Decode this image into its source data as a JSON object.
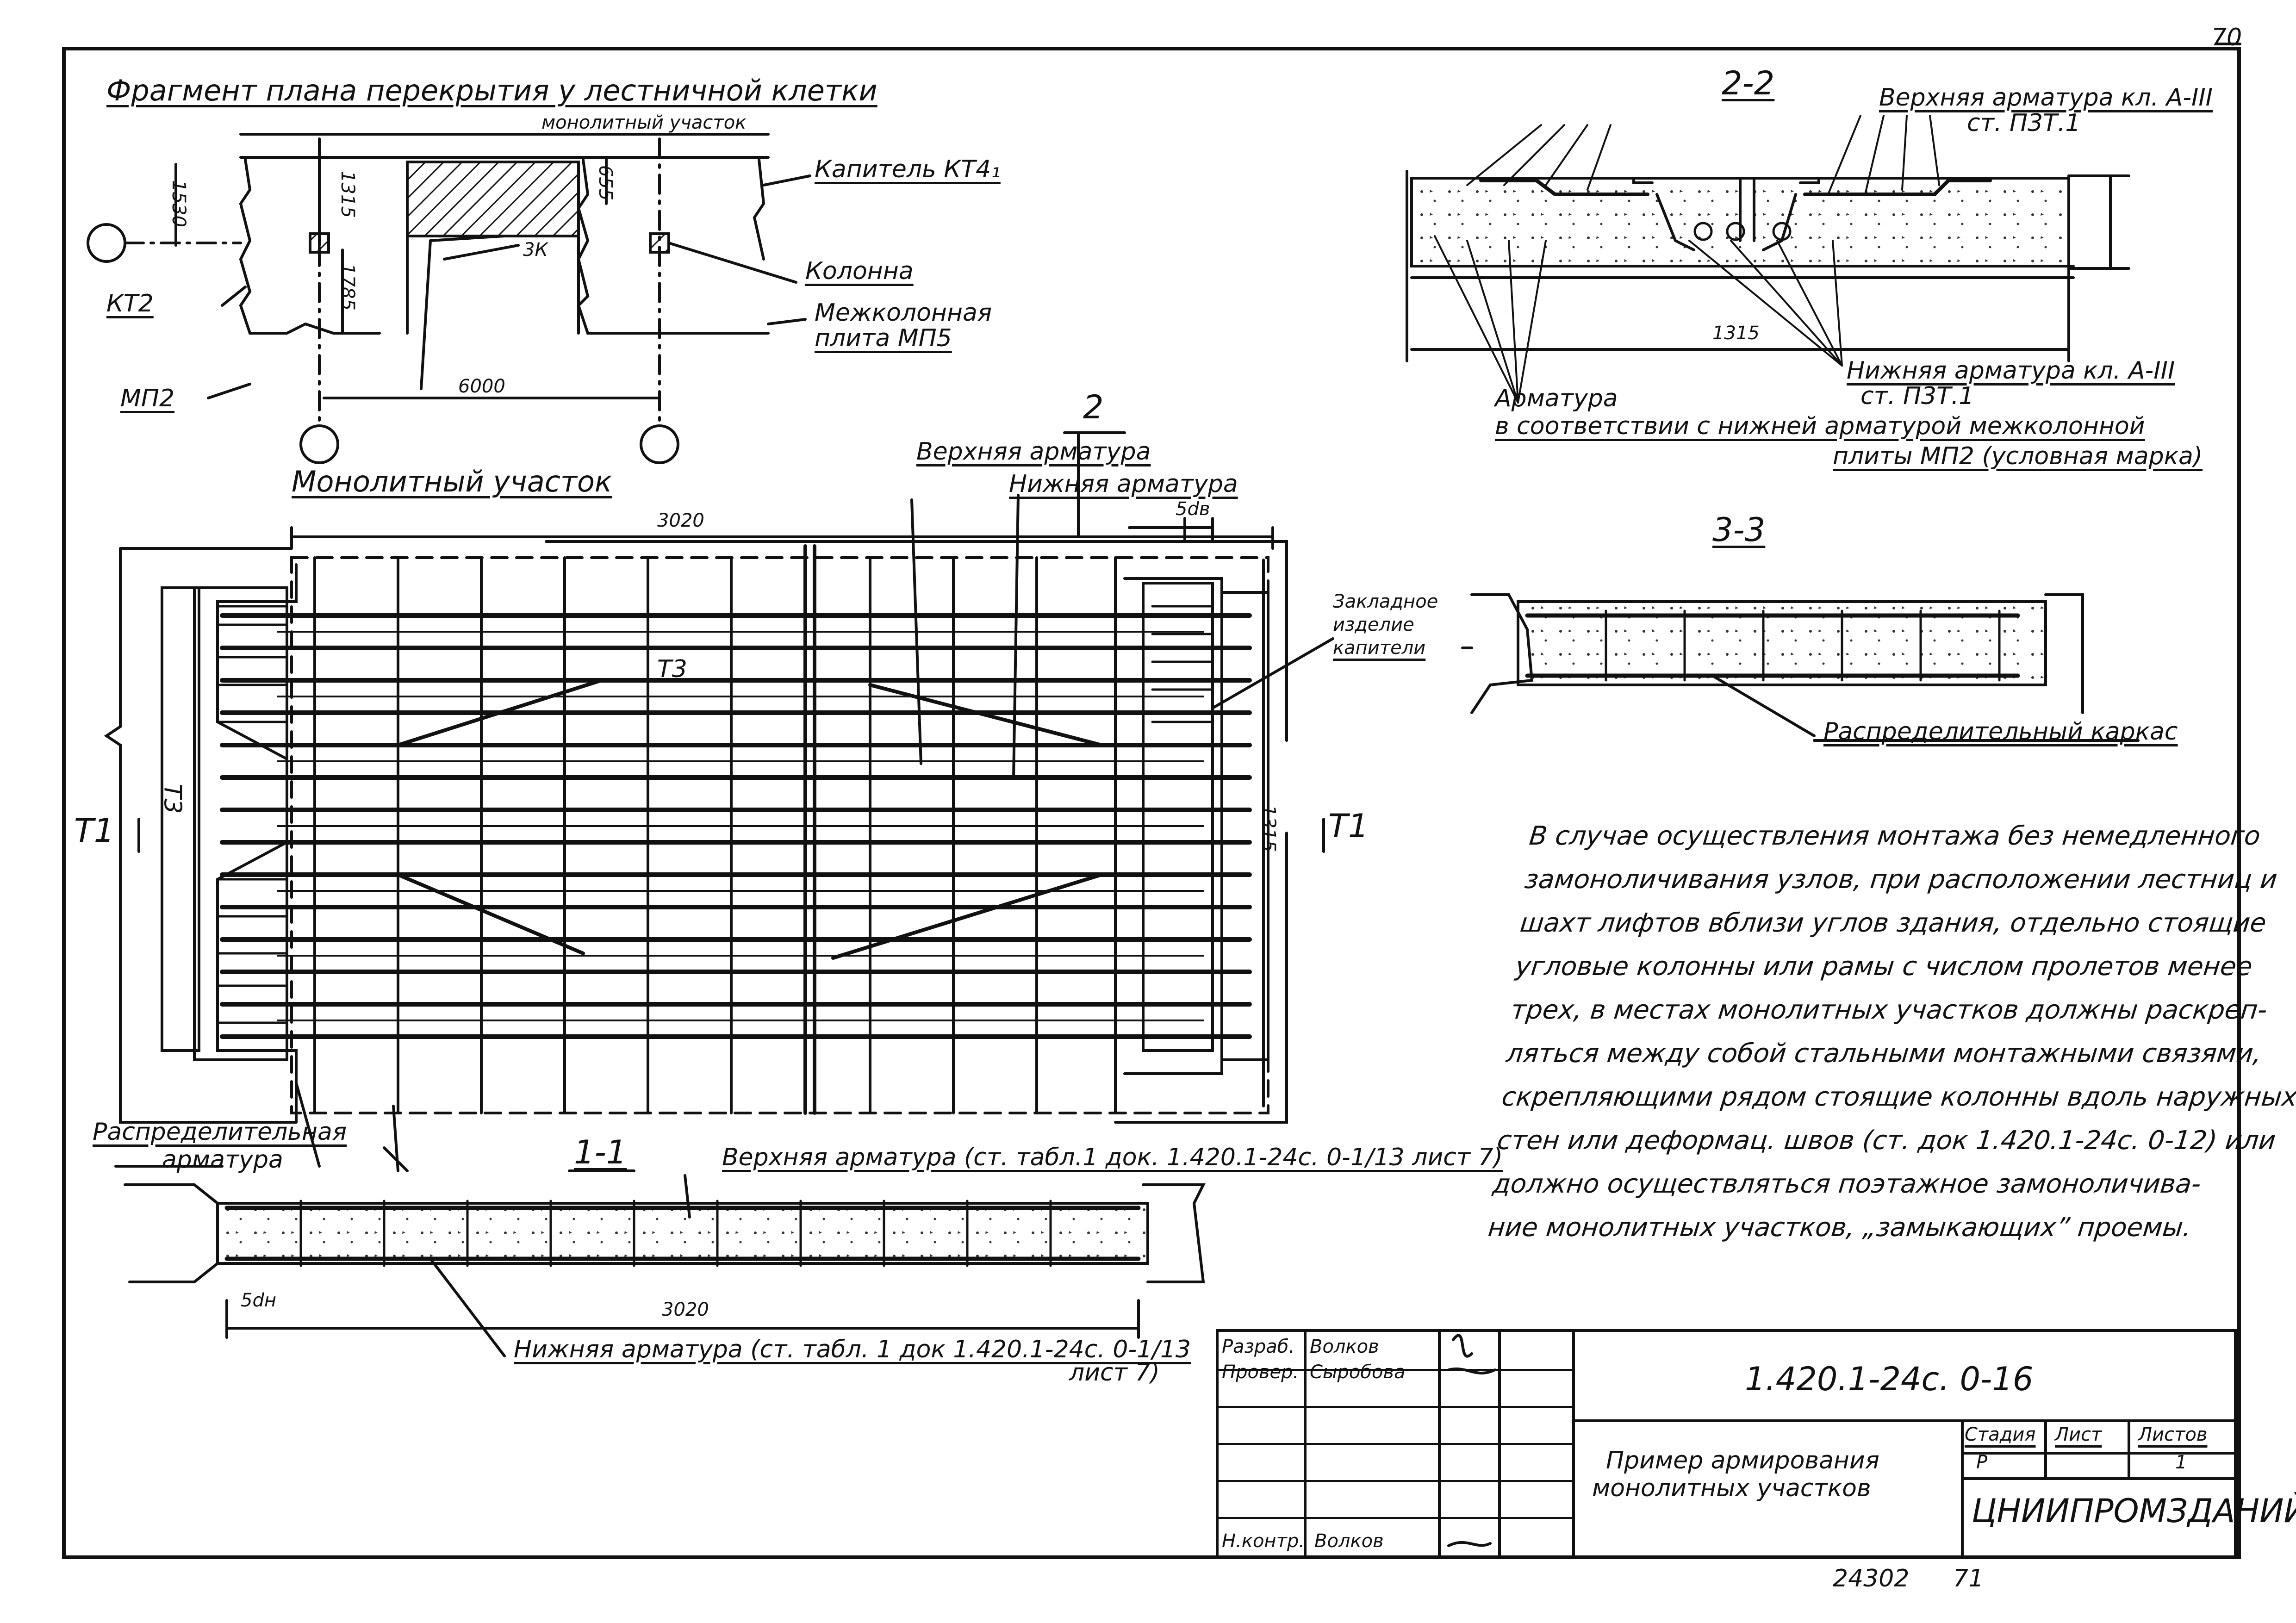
{
  "page_number": "70",
  "fragment": {
    "title": "Фрагмент плана перекрытия у лестничной клетки",
    "mono_note": "монолитный участок",
    "kapitel": "Капитель КТ4₁",
    "column": "Колонна",
    "slab_line1": "Межколонная",
    "slab_line2": "плита МП5",
    "kt2": "КТ2",
    "mp2": "МП2",
    "k3": "3К",
    "dims": {
      "d1530": "1530",
      "d1315": "1315",
      "d1785": "1785",
      "d6000": "6000",
      "d655": "655"
    }
  },
  "monolithic": {
    "title": "Монолитный участок",
    "dim_top": "3020",
    "dim_side": "1315",
    "dim_5d": "5dв",
    "section2": "2",
    "upper_rebar": "Верхняя арматура",
    "lower_rebar": "Нижняя арматура",
    "embedded_line1": "Закладное",
    "embedded_line2": "изделие",
    "embedded_line3": "капители",
    "t1_left": "Т1",
    "t1_right": "Т1",
    "t3_a": "Т3",
    "t3_b": "Т3",
    "distrib_line1": "Распределительная",
    "distrib_line2": "арматура"
  },
  "section_2_2": {
    "title": "2-2",
    "upper": "Верхняя арматура кл. А-III",
    "upper_ref": "ст. П3Т.1",
    "lower": "Нижняя арматура кл. А-III",
    "lower_ref": "ст. П3Т.1",
    "rebar_line1": "Арматура",
    "rebar_line2": "в соответствии с нижней арматурой межколонной",
    "rebar_line3": "плиты МП2 (условная марка)",
    "dim": "1315"
  },
  "section_3_3": {
    "title": "3-3",
    "frame": "Распределительный каркас"
  },
  "section_1_1": {
    "title": "1-1",
    "upper": "Верхняя арматура (ст. табл.1 док. 1.420.1-24с. 0-1/13 лист 7)",
    "lower_line1": "Нижняя арматура (ст. табл. 1 док 1.420.1-24с. 0-1/13",
    "lower_line2": "лист 7)",
    "dim": "3020",
    "dim_5d": "5dн"
  },
  "note_lines": [
    "В случае осуществления монтажа без немедленного",
    "замоноличивания узлов, при расположении лестниц и",
    "шахт лифтов вблизи углов здания, отдельно стоящие",
    "угловые колонны или рамы с числом пролетов менее",
    "трех, в местах монолитных участков должны раскреп-",
    "ляться между собой стальными монтажными связями,",
    "скрепляющими рядом стоящие колонны вдоль наружных",
    "стен или деформац. швов (ст. док 1.420.1-24с. 0-12) или",
    "должно осуществляться поэтажное замоноличива-",
    "ние монолитных участков, „замыкающих” проемы."
  ],
  "title_block": {
    "razrab_label": "Разраб.",
    "razrab_name": "Волков",
    "prover_label": "Провер.",
    "prover_name": "Сыробова",
    "nkontr_label": "Н.контр.",
    "nkontr_name": "Волков",
    "doc_code": "1.420.1-24с. 0-16",
    "desc_line1": "Пример армирования",
    "desc_line2": "монолитных участков",
    "stadia_label": "Стадия",
    "list_label": "Лист",
    "listov_label": "Листов",
    "stadia_value": "Р",
    "listov_value": "1",
    "org": "ЦНИИПРОМЗДАНИЙ"
  },
  "footer": {
    "inventory": "24302",
    "copy": "71"
  }
}
